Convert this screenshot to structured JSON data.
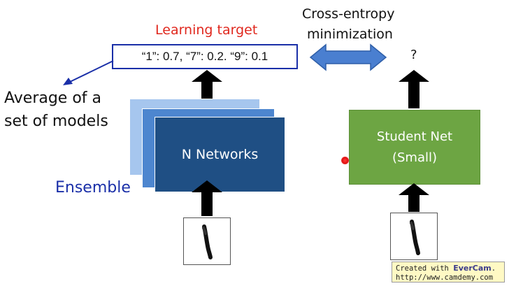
{
  "diagram": {
    "learning_target_label": "Learning target",
    "learning_target_value": "“1”: 0.7, “7”: 0.2. “9”: 0.1",
    "cross_entropy_line1": "Cross-entropy",
    "cross_entropy_line2": "minimization",
    "student_output": "?",
    "average_line1": "Average of a",
    "average_line2": "set of models",
    "ensemble_label": "Ensemble",
    "networks_label": "N Networks",
    "student_line1": "Student Net",
    "student_line2": "(Small)"
  },
  "watermark": {
    "prefix": "Created with ",
    "brand": "EverCam",
    "suffix": ".",
    "url": "http://www.camdemy.com"
  },
  "colors": {
    "target_border": "#1a2fa8",
    "learning_target_text": "#e0281e",
    "ensemble_text": "#1a2fa8",
    "network_front": "#1f4f84",
    "network_mid": "#4d86cf",
    "network_back": "#a6c6ee",
    "student_fill": "#6da543",
    "double_arrow": "#4a7fd0",
    "black_arrows": "#000000"
  },
  "icons": {
    "digit_image": "handwritten-digit-one",
    "pointer": "laser-pointer-dot"
  }
}
